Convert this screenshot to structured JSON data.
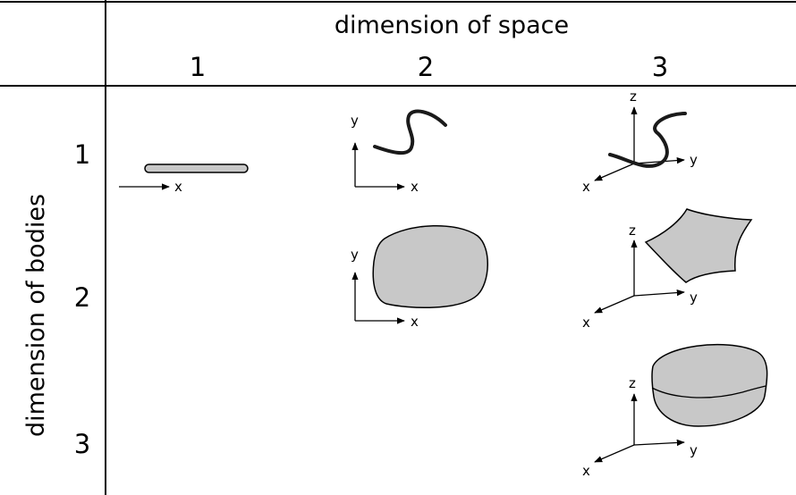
{
  "header": {
    "space_title": "dimension of space",
    "space_dims": [
      "1",
      "2",
      "3"
    ]
  },
  "rows": {
    "bodies_title": "dimension of bodies",
    "body_dims": [
      "1",
      "2",
      "3"
    ]
  },
  "axis_labels": {
    "x": "x",
    "y": "y",
    "z": "z"
  },
  "colors": {
    "body_fill": "#c8c8c8",
    "stroke": "#000000"
  }
}
